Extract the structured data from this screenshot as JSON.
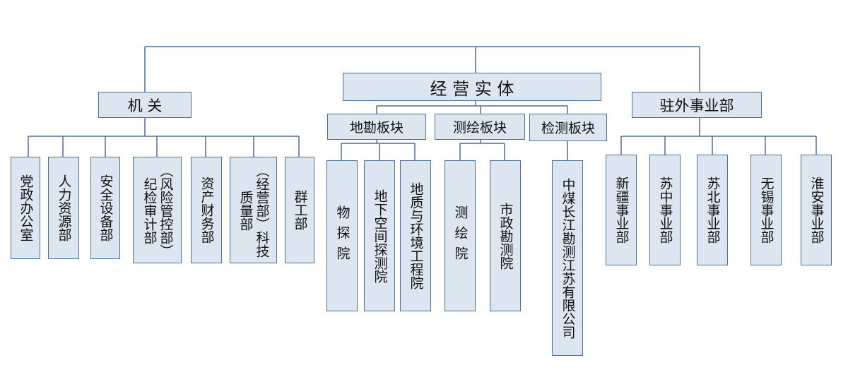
{
  "root": "经 营 实 体",
  "groups": {
    "jiguan": "机 关",
    "zhuwai": "驻外事业部"
  },
  "plates": {
    "dikan": "地勘板块",
    "cehui": "测绘板块",
    "jiance": "检测板块"
  },
  "jiguan_units": [
    "党政办公室",
    "人力资源部",
    "安全设备部",
    "（风险管控部）纪检审计部",
    "资产财务部",
    "（经营部）科技质量部",
    "群工部"
  ],
  "dikan_units": [
    "物探院",
    "地下空间探测院",
    "地质与环境工程院"
  ],
  "cehui_units": [
    "测绘院",
    "市政勘测院"
  ],
  "jiance_units": [
    "中煤长江勘测江苏有限公司"
  ],
  "zhuwai_units": [
    "新疆事业部",
    "苏中事业部",
    "苏北事业部",
    "无锡事业部",
    "淮安事业部"
  ]
}
